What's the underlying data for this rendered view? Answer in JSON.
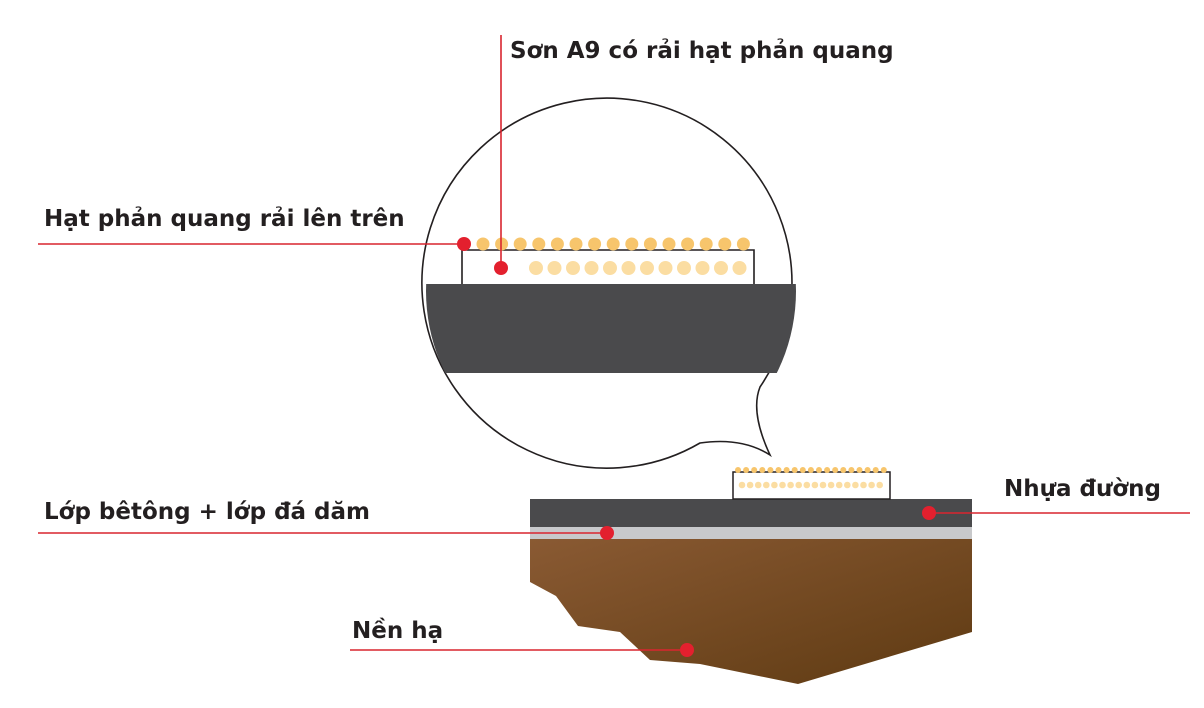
{
  "labels": {
    "paint": "Sơn A9 có rải hạt phản quang",
    "beads": "Hạt phản quang rải lên trên",
    "asphalt": "Nhựa đường",
    "concrete": "Lớp bêtông + lớp đá dăm",
    "subgrade": "Nền hạ"
  },
  "colors": {
    "leader_line": "#d9252f",
    "marker": "#e3202e",
    "bead": "#f7c56c",
    "bead_light": "#fbdda2",
    "asphalt": "#4a4a4c",
    "gravel": "#c8c9cb",
    "soil_light": "#8a5a33",
    "soil_dark": "#5e3a12",
    "outline": "#231f20"
  }
}
